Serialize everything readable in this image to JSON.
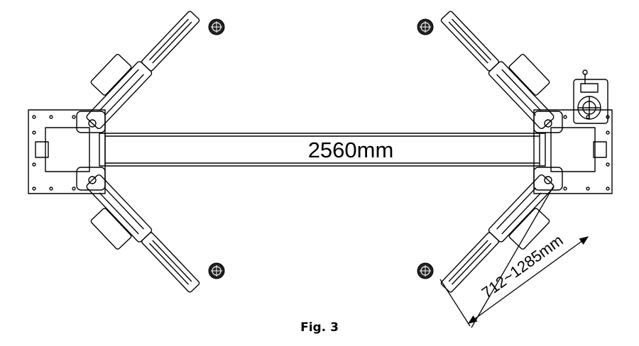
{
  "figure": {
    "caption": "Fig. 3",
    "width_dimension": "2560mm",
    "arm_dimension": "712~1285mm"
  }
}
